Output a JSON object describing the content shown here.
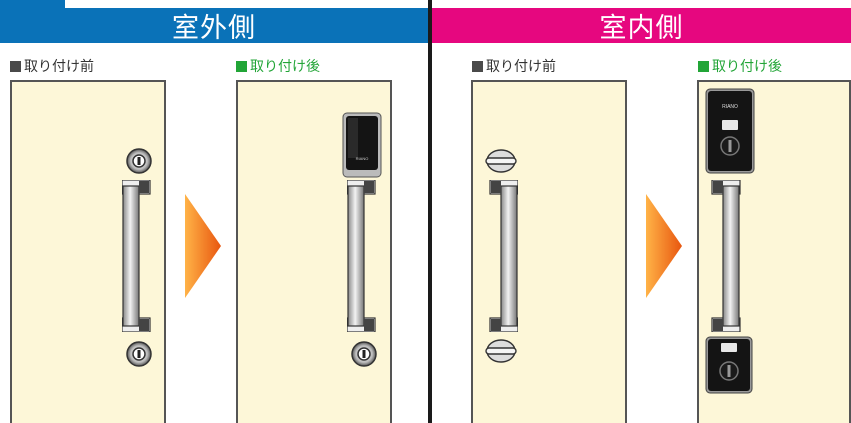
{
  "headers": {
    "outside": "室外側",
    "inside": "室内側"
  },
  "labels": {
    "before": "■取り付け前",
    "after": "■取り付け後",
    "before_text": "取り付け前",
    "after_text": "取り付け後"
  },
  "device_brand": "RIANO",
  "colors": {
    "outside_header": "#0a72b8",
    "inside_header": "#e6077f",
    "door_fill": "#fdf7d8",
    "after_label": "#22a537",
    "arrow": "#f07a1e"
  }
}
